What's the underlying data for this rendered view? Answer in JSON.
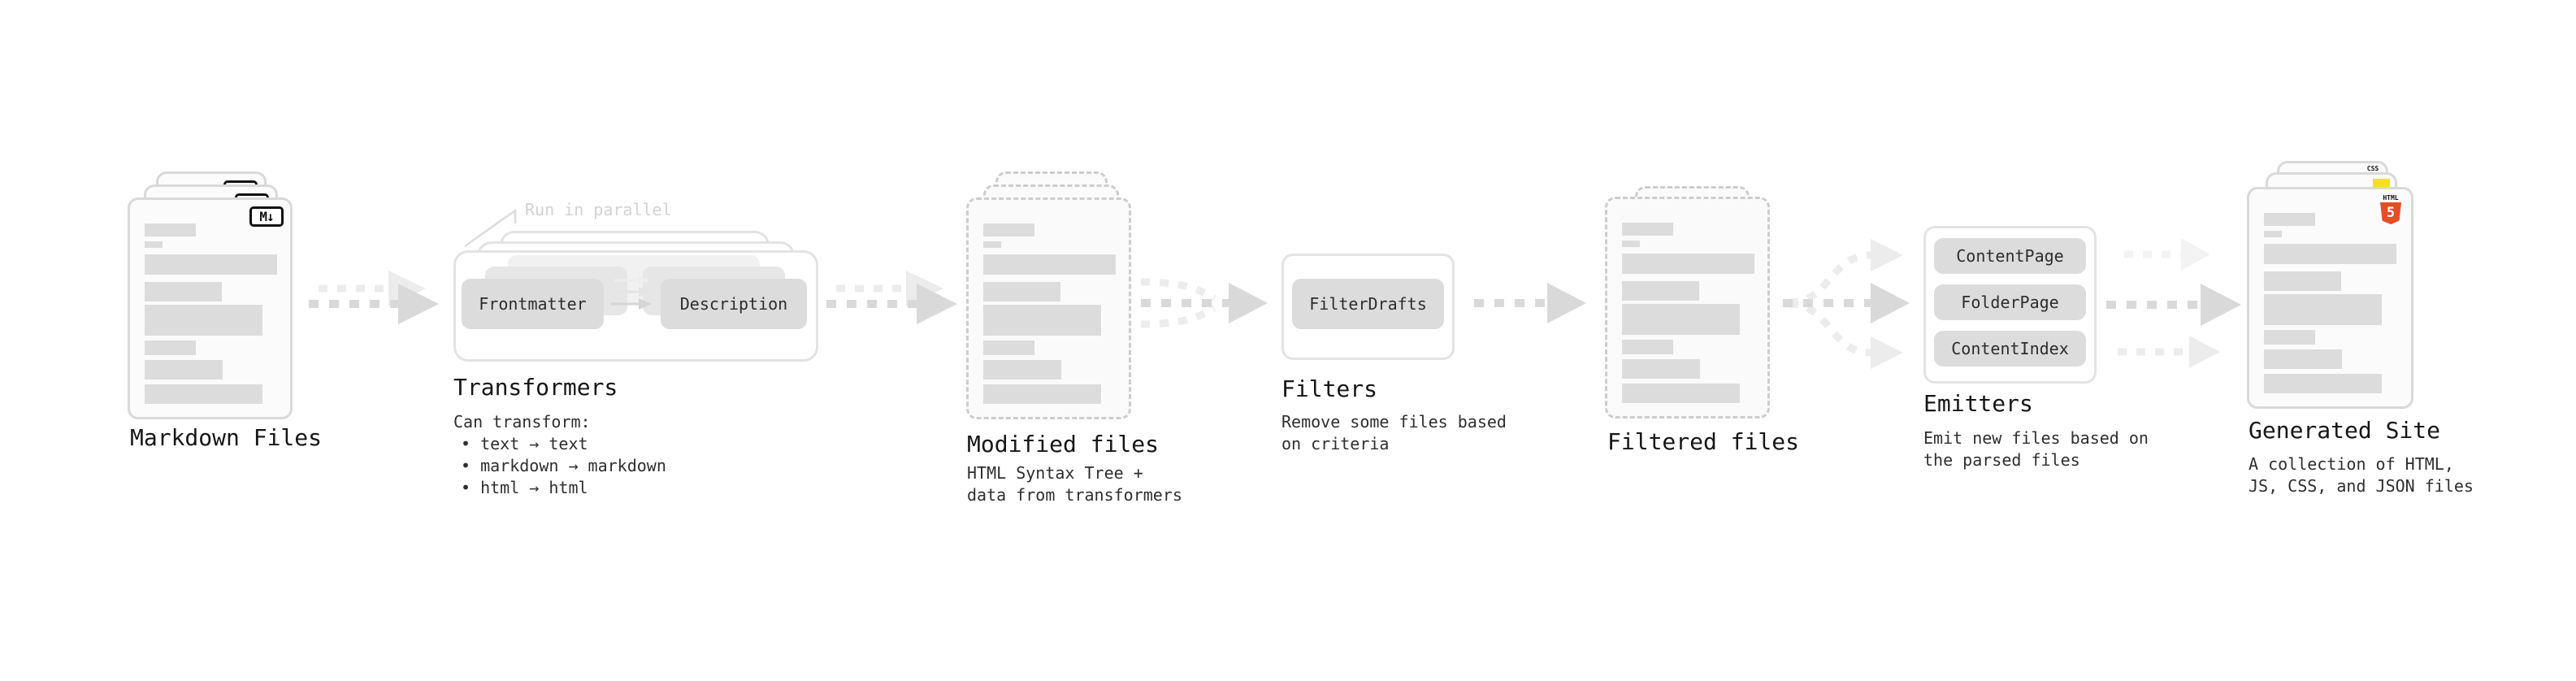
{
  "stages": {
    "markdown_files": {
      "title": "Markdown Files",
      "badge": "M↓"
    },
    "transformers": {
      "title": "Transformers",
      "annotation": "Run in parallel",
      "pill_left": "Frontmatter",
      "pill_right": "Description",
      "sub": "Can transform:",
      "bullets": [
        "• text → text",
        "• markdown → markdown",
        "• html → html"
      ]
    },
    "modified_files": {
      "title": "Modified files",
      "sub_line1": "HTML Syntax Tree +",
      "sub_line2": "data from transformers"
    },
    "filters": {
      "title": "Filters",
      "pill": "FilterDrafts",
      "sub_line1": "Remove some files based",
      "sub_line2": "on criteria"
    },
    "filtered_files": {
      "title": "Filtered files"
    },
    "emitters": {
      "title": "Emitters",
      "pills": [
        "ContentPage",
        "FolderPage",
        "ContentIndex"
      ],
      "sub_line1": "Emit new files based on",
      "sub_line2": "the parsed files"
    },
    "generated_site": {
      "title": "Generated Site",
      "sub_line1": "A collection of HTML,",
      "sub_line2": "JS, CSS, and JSON files",
      "badge_css": "CSS",
      "badge_html_label": "HTML",
      "badge_html_number": "5"
    }
  },
  "colors": {
    "html5_orange": "#e44d26",
    "js_yellow": "#f7df1e",
    "css_blue": "#2b6fe3",
    "arrow_dark": "#d9d9d9",
    "arrow_light": "#ececec"
  }
}
